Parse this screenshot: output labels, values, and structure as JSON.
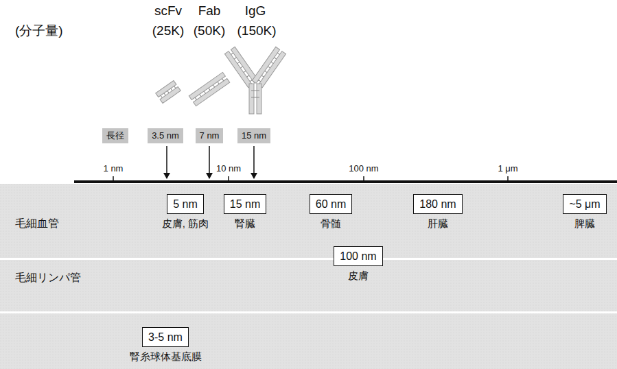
{
  "diagram": {
    "nodes": [
      {
        "text": [
          "長径"
        ]
      },
      {
        "text": [
          "3.5 nm"
        ]
      },
      {
        "text": [
          "7 nm"
        ]
      },
      {
        "text": [
          "15 nm"
        ]
      },
      {
        "text": [
          "5 nm",
          "皮膚, 筋肉"
        ]
      },
      {
        "text": [
          "15 nm",
          "腎臓"
        ]
      },
      {
        "text": [
          "60 nm",
          "骨髄"
        ]
      },
      {
        "text": [
          "180 nm",
          "肝臓"
        ]
      },
      {
        "text": [
          "~5 μm",
          "脾臓"
        ]
      },
      {
        "text": [
          "100 nm",
          "皮膚"
        ]
      },
      {
        "text": [
          "3-5 nm",
          "腎糸球体基底膜"
        ]
      }
    ],
    "labels": [
      "scFv",
      "Fab",
      "IgG",
      "(分子量)",
      "(25K)",
      "(50K)",
      "(150K)",
      "1 nm",
      "10 nm",
      "100 nm",
      "1 μm",
      "毛細血管",
      "毛細リンパ管"
    ]
  }
}
